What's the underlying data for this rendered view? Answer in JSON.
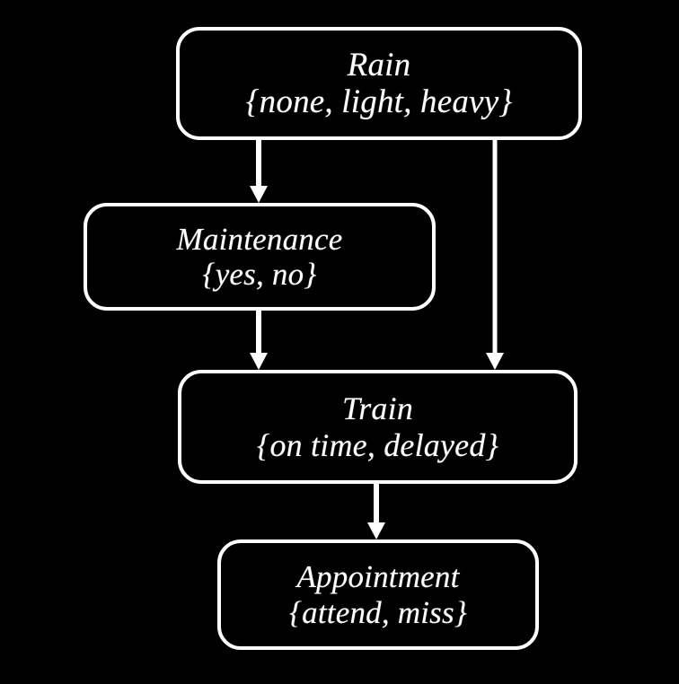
{
  "diagram": {
    "type": "bayesian-network",
    "background_color": "#000000",
    "foreground_color": "#ffffff",
    "nodes": [
      {
        "id": "rain",
        "title": "Rain",
        "states": "{none, light, heavy}"
      },
      {
        "id": "maintenance",
        "title": "Maintenance",
        "states": "{yes, no}"
      },
      {
        "id": "train",
        "title": "Train",
        "states": "{on time, delayed}"
      },
      {
        "id": "appointment",
        "title": "Appointment",
        "states": "{attend, miss}"
      }
    ],
    "edges": [
      {
        "id": "rain-maintenance",
        "from": "Rain",
        "to": "Maintenance"
      },
      {
        "id": "rain-train",
        "from": "Rain",
        "to": "Train"
      },
      {
        "id": "maintenance-train",
        "from": "Maintenance",
        "to": "Train"
      },
      {
        "id": "train-appointment",
        "from": "Train",
        "to": "Appointment"
      }
    ]
  }
}
